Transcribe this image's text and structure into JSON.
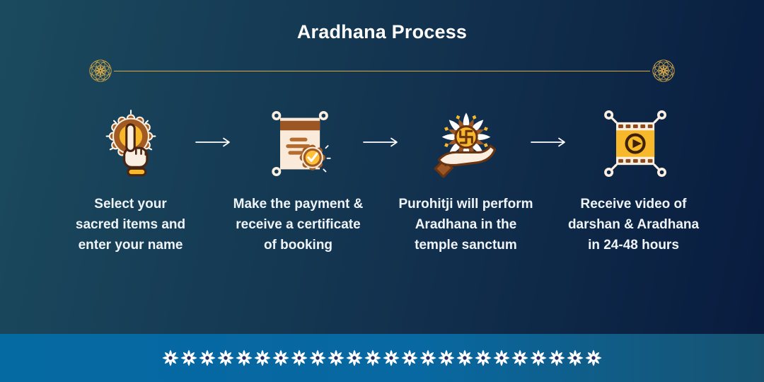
{
  "title": "Aradhana Process",
  "steps": [
    {
      "name": "select-items",
      "icon": "tap-select-icon",
      "lines": [
        "Select your",
        "sacred items and",
        "enter your name"
      ]
    },
    {
      "name": "payment-certificate",
      "icon": "certificate-icon",
      "lines": [
        "Make the payment &",
        "receive a certificate",
        "of booking"
      ]
    },
    {
      "name": "purohit-performs",
      "icon": "offering-hand-icon",
      "lines": [
        "Purohitji will perform",
        "Aradhana in the",
        "temple sanctum"
      ]
    },
    {
      "name": "receive-video",
      "icon": "video-film-icon",
      "lines": [
        "Receive video of",
        "darshan & Aradhana",
        "in 24-48 hours"
      ]
    }
  ],
  "flower_band": {
    "count": 24
  },
  "colors": {
    "bg_left": "#1b4a5e",
    "bg_mid": "#12314e",
    "bg_right": "#081b3e",
    "band_left": "#0569a2",
    "band_right": "#175371",
    "gold_line": "#d9a843",
    "title_text": "#ffffff",
    "label_text": "#eff4f8",
    "icon_cream": "#fbefe1",
    "icon_paper": "#f9eada",
    "icon_brown": "#9c5624",
    "icon_dark": "#4a2410",
    "icon_gold": "#f7b82b",
    "flower_white": "#ffffff",
    "flower_center": "#232c5e"
  }
}
